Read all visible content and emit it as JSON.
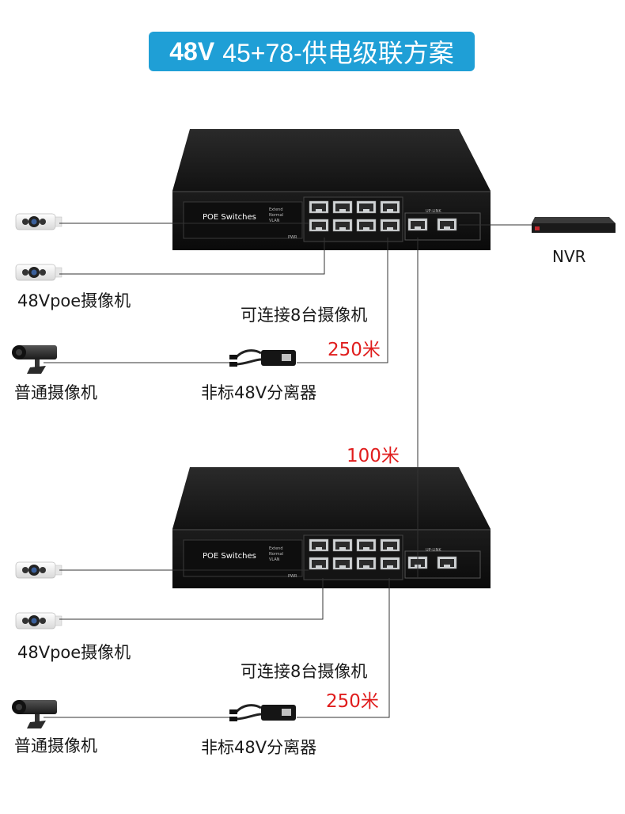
{
  "title": {
    "bold": "48V",
    "rest": "45+78-供电级联方案"
  },
  "switch": {
    "brand": "POE Switches",
    "leds": [
      "Extend",
      "Normal",
      "VLAN"
    ],
    "pwr": "PWR",
    "uplink": "UP-LINK"
  },
  "labels": {
    "nvr": "NVR",
    "poe_camera": "48Vpoe摄像机",
    "connect_cameras": "可连接8台摄像机",
    "distance_250": "250米",
    "normal_camera": "普通摄像机",
    "splitter": "非标48V分离器",
    "distance_100": "100米"
  },
  "colors": {
    "title_bg": "#1f9fd6",
    "distance": "#e01d1d",
    "line": "#333333"
  }
}
